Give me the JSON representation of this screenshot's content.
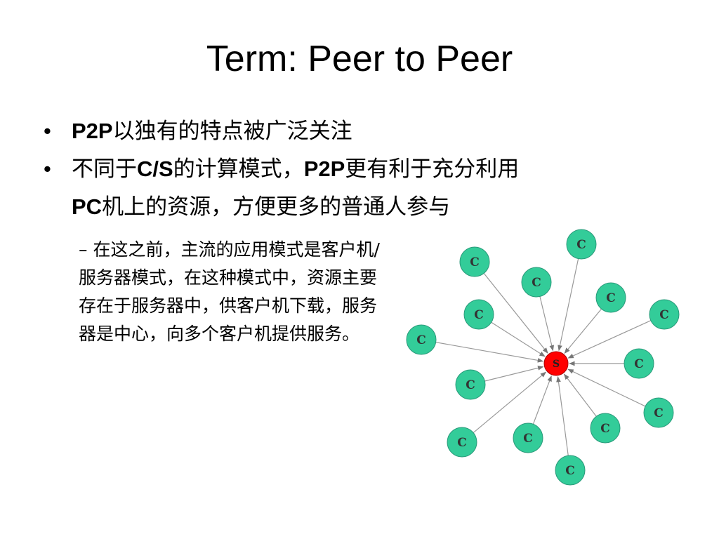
{
  "slide": {
    "title": "Term: Peer to Peer",
    "bullets": [
      {
        "marker": "•",
        "strong1": "P2P",
        "text1": "以独有的特点被广泛关注"
      },
      {
        "marker": "•",
        "text1": "不同于",
        "strong1": "C/S",
        "text2": "的计算模式，",
        "strong2": "P2P",
        "text3": "更有利于充分利用",
        "strong3": "PC",
        "text4": "机上的资源，方便更多的普通人参与"
      }
    ],
    "sub_bullet": "– 在这之前，主流的应用模式是客户机/服务器模式，在这种模式中，资源主要存在于服务器中，供客户机下载，服务器是中心，向多个客户机提供服务。"
  },
  "diagram": {
    "client_label": "C",
    "server_label": "S",
    "client_fill": "#33cc99",
    "server_fill": "#ff0000",
    "arrow_color": "#999999"
  }
}
